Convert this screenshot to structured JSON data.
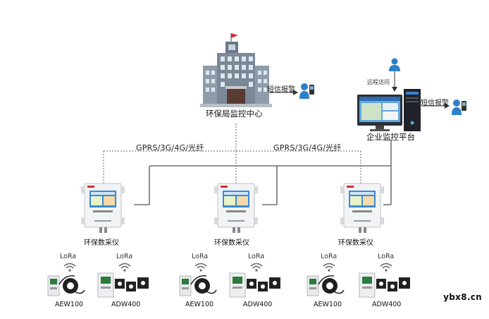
{
  "center": {
    "label": "环保局监控中心",
    "sms_label": "短信报警"
  },
  "platform": {
    "label": "企业监控平台",
    "sms_label": "短信报警",
    "remote_label": "远程访问"
  },
  "links": {
    "left": "GPRS/3G/4G/光纤",
    "right": "GPRS/3G/4G/光纤"
  },
  "collectors": [
    {
      "label": "环保数采仪"
    },
    {
      "label": "环保数采仪"
    },
    {
      "label": "环保数采仪"
    }
  ],
  "meters": {
    "lora": "LoRa",
    "aew": "AEW100",
    "adw": "ADW400"
  },
  "watermark": "ybx8.cn",
  "colors": {
    "line": "#555555",
    "building_roof": "#3d4a5a",
    "flag": "#d62d2d",
    "screen": "#3a8ad6"
  }
}
